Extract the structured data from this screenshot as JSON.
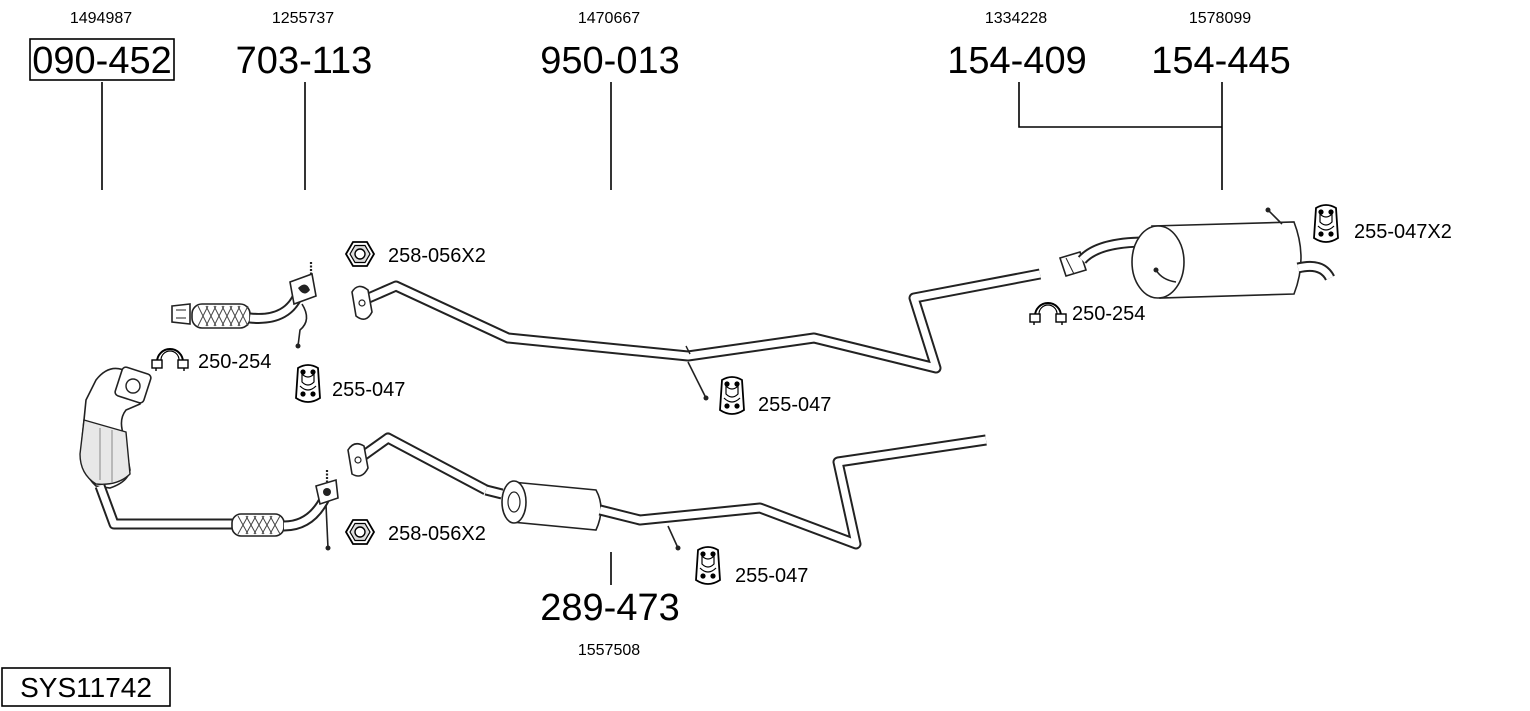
{
  "parts": {
    "p1": {
      "number": "090-452",
      "reference": "1494987",
      "boxed": true
    },
    "p2": {
      "number": "703-113",
      "reference": "1255737"
    },
    "p3": {
      "number": "950-013",
      "reference": "1470667"
    },
    "p4": {
      "number": "154-409",
      "reference": "1334228"
    },
    "p5": {
      "number": "154-445",
      "reference": "1578099"
    },
    "p6": {
      "number": "289-473",
      "reference": "1557508"
    }
  },
  "accessories": {
    "nut_upper": {
      "label": "258-056X2",
      "icon": "hex-nut-icon"
    },
    "nut_lower": {
      "label": "258-056X2",
      "icon": "hex-nut-icon"
    },
    "clamp_left": {
      "label": "250-254",
      "icon": "pipe-clamp-icon"
    },
    "clamp_right": {
      "label": "250-254",
      "icon": "pipe-clamp-icon"
    },
    "hanger_left": {
      "label": "255-047",
      "icon": "rubber-hanger-icon"
    },
    "hanger_mid_upper": {
      "label": "255-047",
      "icon": "rubber-hanger-icon"
    },
    "hanger_mid_lower": {
      "label": "255-047",
      "icon": "rubber-hanger-icon"
    },
    "hanger_rear": {
      "label": "255-047X2",
      "icon": "rubber-hanger-icon"
    }
  },
  "system": {
    "id": "SYS11742"
  },
  "colors": {
    "line": "#000000",
    "background": "#ffffff"
  }
}
